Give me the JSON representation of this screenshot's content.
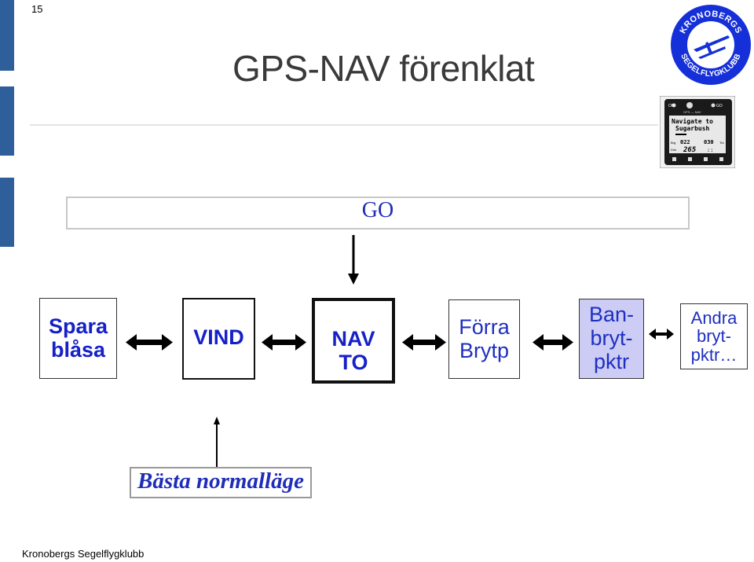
{
  "slide_number": "15",
  "title": "GPS-NAV förenklat",
  "go_label": "GO",
  "nodes": {
    "spara": {
      "line1": "Spara",
      "line2": "blåsa"
    },
    "vind": {
      "line1": "VIND"
    },
    "nav": {
      "line1": "NAV",
      "line2": "TO"
    },
    "forra": {
      "line1": "Förra",
      "line2": "Brytp"
    },
    "ban": {
      "line1": "Ban-",
      "line2": "bryt-",
      "line3": "pktr"
    },
    "andra": {
      "line1": "Andra",
      "line2": "bryt-",
      "line3": "pktr…"
    }
  },
  "best_mode": "Bästa normalläge",
  "footer": "Kronobergs Segelflygklubb",
  "logo": {
    "top_text": "KRONOBERGS",
    "bottom_text": "SEGELFLYGKLUBB"
  },
  "device": {
    "button_on": "ON",
    "button_go": "GO",
    "header": "GPS — NAV",
    "line1": "Navigate to",
    "line2": "Sugarbush",
    "brg_label": "Brg",
    "brg_value": "022",
    "trk_value": "030",
    "trk_label": "Trk",
    "dist_label": "Dist",
    "dist_value": "265"
  },
  "colors": {
    "text_blue": "#1620c8",
    "bar_blue": "#2e5f9a",
    "highlight_box": "#ccccf5",
    "logo_blue": "#1530d8"
  }
}
